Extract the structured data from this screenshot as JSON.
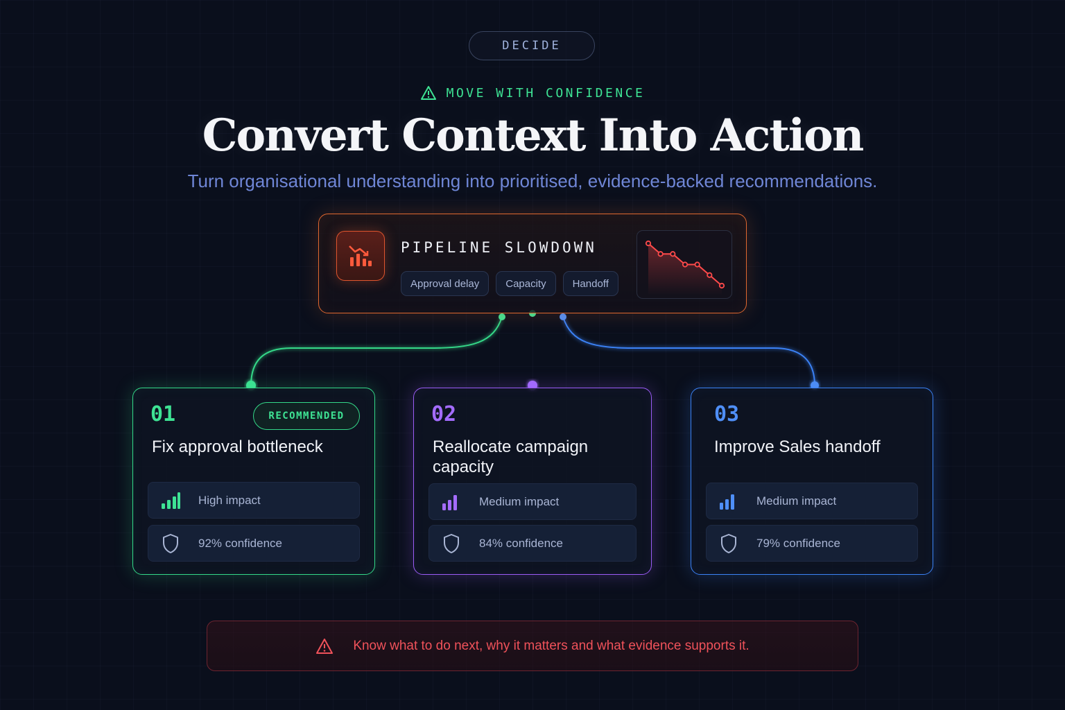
{
  "header": {
    "stage_label": "DECIDE",
    "eyebrow": "MOVE WITH CONFIDENCE",
    "title": "Convert Context Into Action",
    "subtitle": "Turn organisational understanding into prioritised, evidence-backed recommendations."
  },
  "issue": {
    "title": "PIPELINE SLOWDOWN",
    "tags": [
      "Approval delay",
      "Capacity",
      "Handoff"
    ],
    "icon": "chart-decline-icon",
    "trend_values": [
      9,
      7,
      7,
      5,
      5,
      3,
      1
    ],
    "accent": "#e0682f"
  },
  "options": [
    {
      "number": "01",
      "badge": "RECOMMENDED",
      "title": "Fix approval bottleneck",
      "impact": "High impact",
      "confidence": "92% confidence",
      "accent": "#3ee394"
    },
    {
      "number": "02",
      "title": "Reallocate campaign capacity",
      "impact": "Medium impact",
      "confidence": "84% confidence",
      "accent": "#a46cff"
    },
    {
      "number": "03",
      "title": "Improve Sales handoff",
      "impact": "Medium impact",
      "confidence": "79% confidence",
      "accent": "#4f8ff7"
    }
  ],
  "footer": {
    "message": "Know what to do next, why it matters and what evidence supports it.",
    "accent": "#f0525a"
  }
}
